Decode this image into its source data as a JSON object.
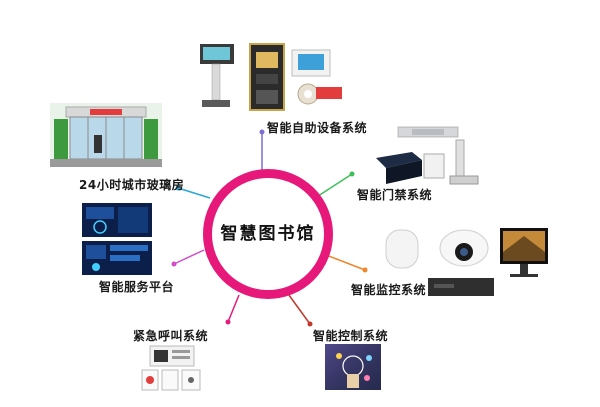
{
  "center": {
    "title": "智慧图书馆"
  },
  "nodes": [
    {
      "key": "self_service",
      "label": "智能自助设备系统",
      "color": "#7b6fd6"
    },
    {
      "key": "access",
      "label": "智能门禁系统",
      "color": "#3fbf5a"
    },
    {
      "key": "monitor",
      "label": "智能监控系统",
      "color": "#f0852a"
    },
    {
      "key": "control",
      "label": "智能控制系统",
      "color": "#c0392b"
    },
    {
      "key": "emergency",
      "label": "紧急呼叫系统",
      "color": "#e6197a"
    },
    {
      "key": "service",
      "label": "智能服务平台",
      "color": "#d04ec8"
    },
    {
      "key": "glass_room",
      "label": "24小时城市玻璃房",
      "color": "#2aa7d8"
    }
  ]
}
